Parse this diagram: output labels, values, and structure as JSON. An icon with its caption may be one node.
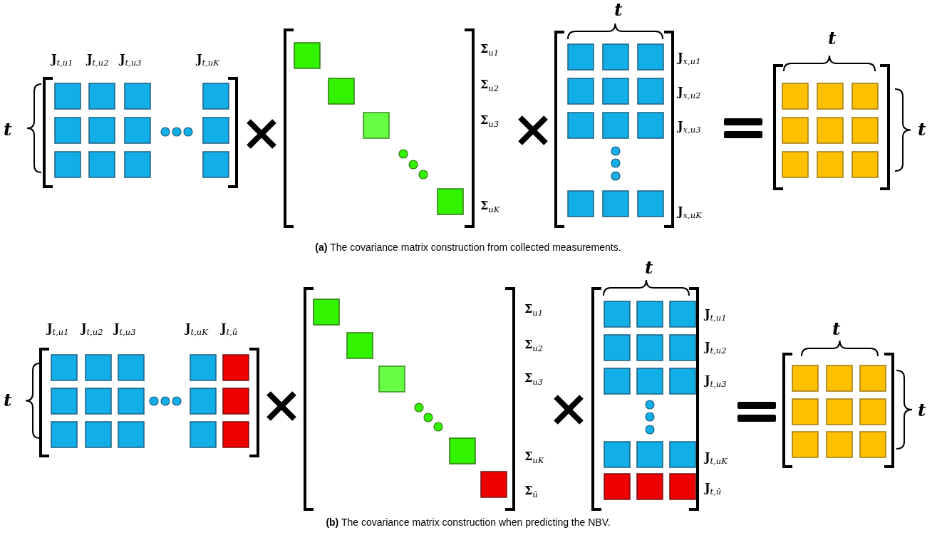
{
  "diagram": {
    "labels": [
      "t",
      "t",
      "**J**$_{t,u1}$",
      "**J**$_{t,u2}$",
      "**J**$_{t,u3}$",
      "**J**$_{t,uK}$",
      "**Σ**$_{u1}$",
      "**Σ**$_{u2}$",
      "**J**$_{x,u1}$",
      "**Σ**$_{u3}$",
      "**J**$_{x,u2}$",
      "t",
      "**J**$_{x,u3}$",
      "t",
      "**Σ**$_{uK}$",
      "**J**$_{x,uK}$",
      "**(a)** The covariance matrix construction from collected measurements.",
      "t",
      "**Σ**$_{u1}$",
      "**J**$_{t,u1}$",
      "**J**$_{t,u1}$",
      "**J**$_{t,u2}$",
      "**J**$_{t,u3}$",
      "**J**$_{t,uK}$",
      "**J**$_{t,û}$",
      "t",
      "**Σ**$_{u2}$",
      "**J**$_{t,u2}$",
      "**Σ**$_{u3}$",
      "**J**$_{t,u3}$",
      "t",
      "t",
      "**Σ**$_{uK}$",
      "**Σ**$_{û}$",
      "**J**$_{t,uK}$",
      "**J**$_{t,û}$",
      "**(b)** The covariance matrix construction when predicting the NBV."
    ]
  }
}
